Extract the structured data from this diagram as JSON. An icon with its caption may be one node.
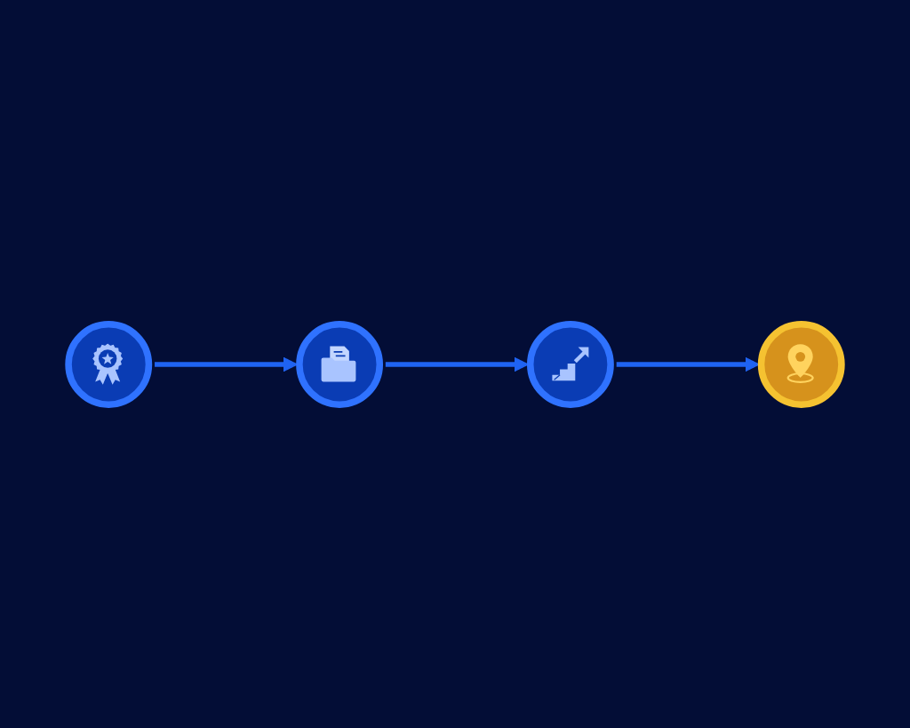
{
  "diagram": {
    "nodes": [
      {
        "text": [],
        "shape": "circle"
      },
      {
        "text": [],
        "shape": "circle"
      },
      {
        "text": [],
        "shape": "circle"
      },
      {
        "text": [],
        "shape": "circle"
      }
    ],
    "edges": [
      {
        "from": 0,
        "to": 1,
        "arrow": "to"
      },
      {
        "from": 1,
        "to": 2,
        "arrow": "to"
      },
      {
        "from": 2,
        "to": 3,
        "arrow": "to"
      }
    ]
  }
}
